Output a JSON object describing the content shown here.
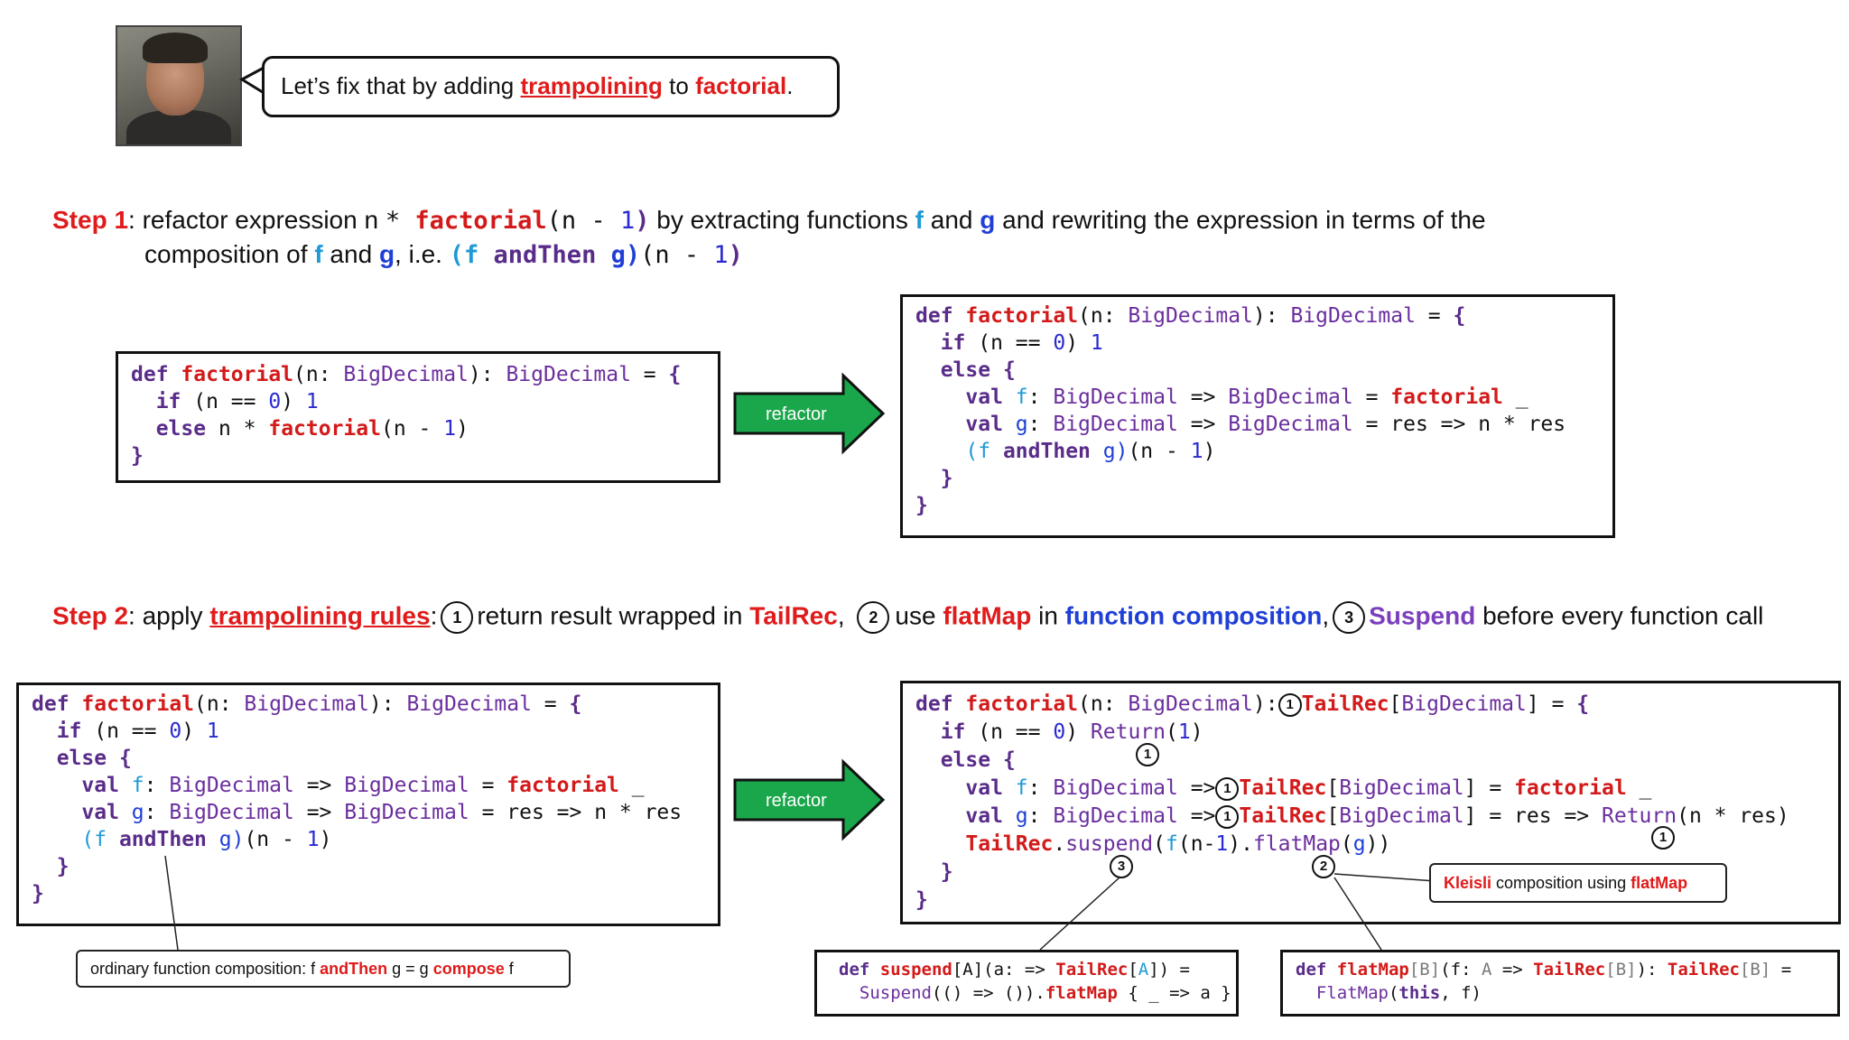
{
  "bubble": {
    "t1": "Let’s fix that by adding ",
    "w1": "trampolining",
    "t2": " to ",
    "w2": "factorial",
    "t3": "."
  },
  "step1": {
    "label": "Step 1",
    "p1": ": refactor expression n ",
    "star": "* ",
    "fact": "factorial",
    "args": "(n - ",
    "one": "1",
    "close": ")",
    "p2": " by extracting  functions ",
    "f": "f",
    "and1": " and ",
    "g": "g",
    "p3": " and rewriting the expression in terms of the",
    "line2a": "composition of ",
    "line2f": "f",
    "line2b": " and ",
    "line2g": "g",
    "line2c": ", i.e. ",
    "comp_open": "(f ",
    "comp_andthen": "andThen",
    "comp_g": " g)",
    "comp_args": "(n - ",
    "comp_one": "1",
    "comp_close": ")"
  },
  "step2": {
    "label": "Step 2",
    "p1": ": apply ",
    "tramp": "trampolining rules",
    "colon": ":",
    "c1": "1",
    "r1a": "return result wrapped in ",
    "r1b": "TailRec",
    "r1c": ", ",
    "c2": "2",
    "r2a": "use ",
    "r2b": "flatMap",
    "r2c": " in ",
    "r2d": "function composition",
    "r2e": ",",
    "c3": "3",
    "r3a": "Suspend",
    "r3b": " before every function call"
  },
  "arrows": {
    "a1": "refactor",
    "a2": "refactor"
  },
  "notes": {
    "ordinary_a": "ordinary function composition: f ",
    "ordinary_b": "andThen",
    "ordinary_c": " g = g ",
    "ordinary_d": "compose",
    "ordinary_e": " f",
    "kleisli_a": "Kleisli",
    "kleisli_b": " composition using ",
    "kleisli_c": "flatMap"
  },
  "markers": {
    "one": "1",
    "two": "2",
    "three": "3"
  },
  "colors": {
    "red": "#e01b1b",
    "blue": "#1f3fd6",
    "purple": "#7a3cc9",
    "green": "#1aa64a"
  }
}
